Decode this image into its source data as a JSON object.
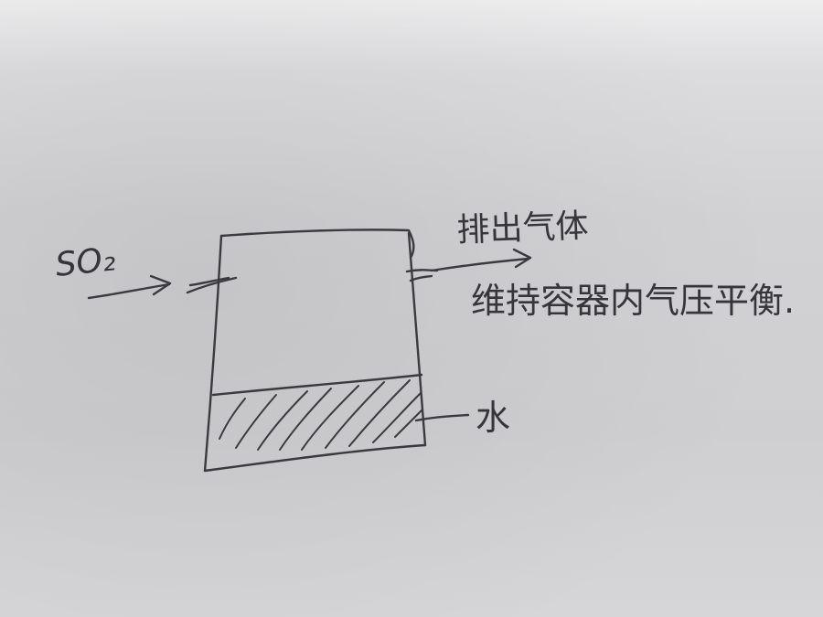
{
  "diagram": {
    "labels": {
      "gas_in": "SO₂",
      "exhaust": "排出气体",
      "purpose": "维持容器内气压平衡.",
      "liquid": "水"
    }
  }
}
